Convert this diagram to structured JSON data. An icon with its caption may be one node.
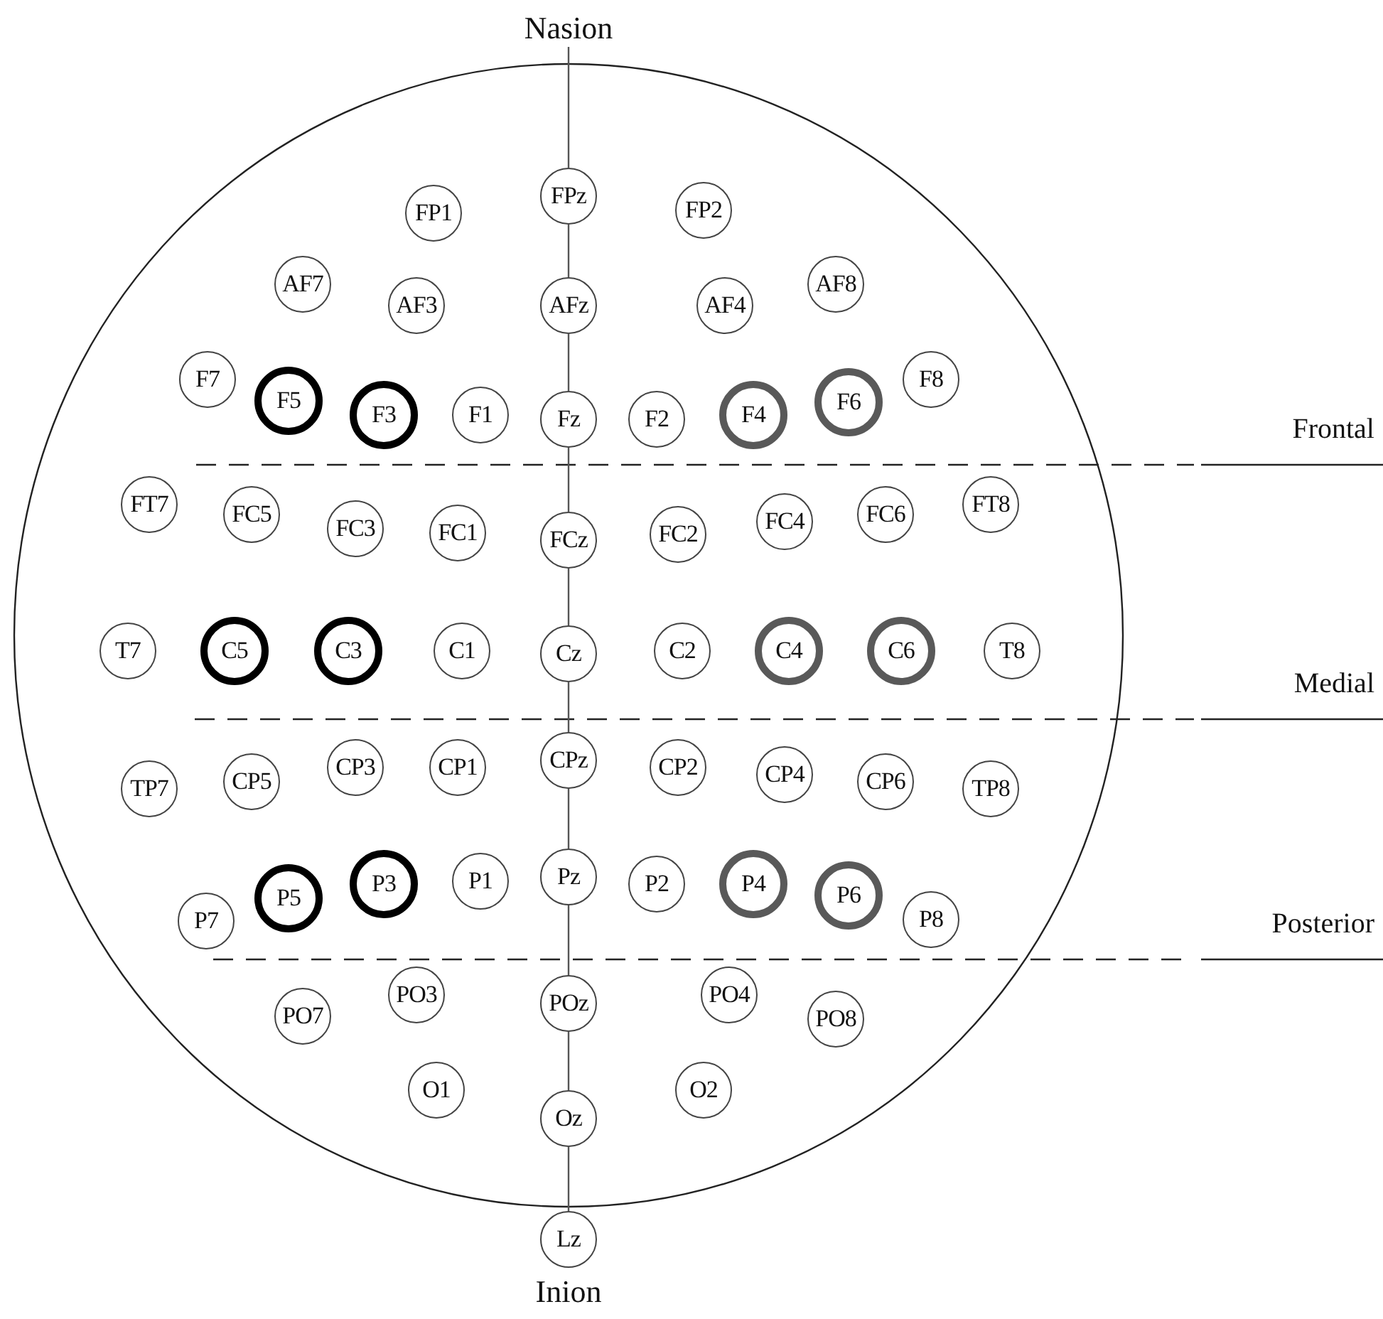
{
  "diagram": {
    "nodes": [
      {
        "text": [
          "Nasion"
        ]
      },
      {
        "text": [
          "FP1"
        ]
      },
      {
        "text": [
          "FPz"
        ]
      },
      {
        "text": [
          "FP2"
        ]
      },
      {
        "text": [
          "AF7"
        ]
      },
      {
        "text": [
          "AF3"
        ]
      },
      {
        "text": [
          "AFz"
        ]
      },
      {
        "text": [
          "AF4"
        ]
      },
      {
        "text": [
          "AF8"
        ]
      },
      {
        "text": [
          "F7"
        ]
      },
      {
        "text": [
          "F5"
        ]
      },
      {
        "text": [
          "F3"
        ]
      },
      {
        "text": [
          "F1"
        ]
      },
      {
        "text": [
          "Fz"
        ]
      },
      {
        "text": [
          "F2"
        ]
      },
      {
        "text": [
          "F4"
        ]
      },
      {
        "text": [
          "F6"
        ]
      },
      {
        "text": [
          "F8"
        ]
      },
      {
        "text": [
          "FT7"
        ]
      },
      {
        "text": [
          "FC5"
        ]
      },
      {
        "text": [
          "FC3"
        ]
      },
      {
        "text": [
          "FC1"
        ]
      },
      {
        "text": [
          "FCz"
        ]
      },
      {
        "text": [
          "FC2"
        ]
      },
      {
        "text": [
          "FC4"
        ]
      },
      {
        "text": [
          "FC6"
        ]
      },
      {
        "text": [
          "FT8"
        ]
      },
      {
        "text": [
          "T7"
        ]
      },
      {
        "text": [
          "C5"
        ]
      },
      {
        "text": [
          "C3"
        ]
      },
      {
        "text": [
          "C1"
        ]
      },
      {
        "text": [
          "Cz"
        ]
      },
      {
        "text": [
          "C2"
        ]
      },
      {
        "text": [
          "C4"
        ]
      },
      {
        "text": [
          "C6"
        ]
      },
      {
        "text": [
          "T8"
        ]
      },
      {
        "text": [
          "TP7"
        ]
      },
      {
        "text": [
          "CP5"
        ]
      },
      {
        "text": [
          "CP3"
        ]
      },
      {
        "text": [
          "CP1"
        ]
      },
      {
        "text": [
          "CPz"
        ]
      },
      {
        "text": [
          "CP2"
        ]
      },
      {
        "text": [
          "CP4"
        ]
      },
      {
        "text": [
          "CP6"
        ]
      },
      {
        "text": [
          "TP8"
        ]
      },
      {
        "text": [
          "P7"
        ]
      },
      {
        "text": [
          "P5"
        ]
      },
      {
        "text": [
          "P3"
        ]
      },
      {
        "text": [
          "P1"
        ]
      },
      {
        "text": [
          "Pz"
        ]
      },
      {
        "text": [
          "P2"
        ]
      },
      {
        "text": [
          "P4"
        ]
      },
      {
        "text": [
          "P6"
        ]
      },
      {
        "text": [
          "P8"
        ]
      },
      {
        "text": [
          "PO7"
        ]
      },
      {
        "text": [
          "PO3"
        ]
      },
      {
        "text": [
          "POz"
        ]
      },
      {
        "text": [
          "PO4"
        ]
      },
      {
        "text": [
          "PO8"
        ]
      },
      {
        "text": [
          "O1"
        ]
      },
      {
        "text": [
          "Oz"
        ]
      },
      {
        "text": [
          "O2"
        ]
      },
      {
        "text": [
          "Lz"
        ]
      }
    ],
    "edges": [
      {
        "from": 0,
        "to": 2,
        "arrow": "none"
      },
      {
        "from": 2,
        "to": 6,
        "arrow": "none"
      },
      {
        "from": 6,
        "to": 13,
        "arrow": "none"
      },
      {
        "from": 13,
        "to": 22,
        "arrow": "none"
      },
      {
        "from": 22,
        "to": 31,
        "arrow": "none"
      },
      {
        "from": 31,
        "to": 40,
        "arrow": "none"
      },
      {
        "from": 40,
        "to": 49,
        "arrow": "none"
      },
      {
        "from": 49,
        "to": 56,
        "arrow": "none"
      },
      {
        "from": 56,
        "to": 60,
        "arrow": "none"
      },
      {
        "from": 60,
        "to": 62,
        "arrow": "none"
      }
    ],
    "labels": [
      "Frontal",
      "Medial",
      "Posterior",
      "Inion"
    ]
  }
}
